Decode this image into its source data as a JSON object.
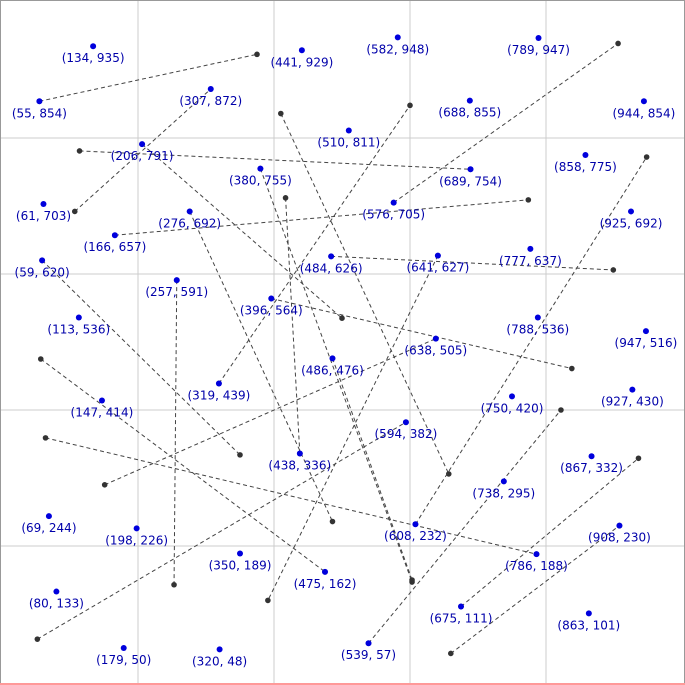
{
  "chart_data": {
    "type": "scatter",
    "title": "",
    "xlabel": "",
    "ylabel": "",
    "xlim": [
      0,
      1000
    ],
    "ylim": [
      0,
      1000
    ],
    "grid": true,
    "grid_step": 200,
    "points": [
      {
        "x": 134,
        "y": 935,
        "label": "(134, 935)"
      },
      {
        "x": 441,
        "y": 929,
        "label": "(441, 929)"
      },
      {
        "x": 582,
        "y": 948,
        "label": "(582, 948)"
      },
      {
        "x": 789,
        "y": 947,
        "label": "(789, 947)"
      },
      {
        "x": 55,
        "y": 854,
        "label": "(55, 854)"
      },
      {
        "x": 307,
        "y": 872,
        "label": "(307, 872)"
      },
      {
        "x": 688,
        "y": 855,
        "label": "(688, 855)"
      },
      {
        "x": 944,
        "y": 854,
        "label": "(944, 854)"
      },
      {
        "x": 510,
        "y": 811,
        "label": "(510, 811)"
      },
      {
        "x": 206,
        "y": 791,
        "label": "(206, 791)"
      },
      {
        "x": 380,
        "y": 755,
        "label": "(380, 755)"
      },
      {
        "x": 689,
        "y": 754,
        "label": "(689, 754)"
      },
      {
        "x": 858,
        "y": 775,
        "label": "(858, 775)"
      },
      {
        "x": 61,
        "y": 703,
        "label": "(61, 703)"
      },
      {
        "x": 276,
        "y": 692,
        "label": "(276, 692)"
      },
      {
        "x": 576,
        "y": 705,
        "label": "(576, 705)"
      },
      {
        "x": 925,
        "y": 692,
        "label": "(925, 692)"
      },
      {
        "x": 166,
        "y": 657,
        "label": "(166, 657)"
      },
      {
        "x": 484,
        "y": 626,
        "label": "(484, 626)"
      },
      {
        "x": 641,
        "y": 627,
        "label": "(641, 627)"
      },
      {
        "x": 777,
        "y": 637,
        "label": "(777, 637)"
      },
      {
        "x": 59,
        "y": 620,
        "label": "(59, 620)"
      },
      {
        "x": 257,
        "y": 591,
        "label": "(257, 591)"
      },
      {
        "x": 396,
        "y": 564,
        "label": "(396, 564)"
      },
      {
        "x": 113,
        "y": 536,
        "label": "(113, 536)"
      },
      {
        "x": 788,
        "y": 536,
        "label": "(788, 536)"
      },
      {
        "x": 638,
        "y": 505,
        "label": "(638, 505)"
      },
      {
        "x": 947,
        "y": 516,
        "label": "(947, 516)"
      },
      {
        "x": 486,
        "y": 476,
        "label": "(486, 476)"
      },
      {
        "x": 319,
        "y": 439,
        "label": "(319, 439)"
      },
      {
        "x": 147,
        "y": 414,
        "label": "(147, 414)"
      },
      {
        "x": 750,
        "y": 420,
        "label": "(750, 420)"
      },
      {
        "x": 927,
        "y": 430,
        "label": "(927, 430)"
      },
      {
        "x": 594,
        "y": 382,
        "label": "(594, 382)"
      },
      {
        "x": 438,
        "y": 336,
        "label": "(438, 336)"
      },
      {
        "x": 867,
        "y": 332,
        "label": "(867, 332)"
      },
      {
        "x": 738,
        "y": 295,
        "label": "(738, 295)"
      },
      {
        "x": 69,
        "y": 244,
        "label": "(69, 244)"
      },
      {
        "x": 198,
        "y": 226,
        "label": "(198, 226)"
      },
      {
        "x": 608,
        "y": 232,
        "label": "(608, 232)"
      },
      {
        "x": 908,
        "y": 230,
        "label": "(908, 230)"
      },
      {
        "x": 350,
        "y": 189,
        "label": "(350, 189)"
      },
      {
        "x": 475,
        "y": 162,
        "label": "(475, 162)"
      },
      {
        "x": 786,
        "y": 188,
        "label": "(786, 188)"
      },
      {
        "x": 80,
        "y": 133,
        "label": "(80, 133)"
      },
      {
        "x": 675,
        "y": 111,
        "label": "(675, 111)"
      },
      {
        "x": 863,
        "y": 101,
        "label": "(863, 101)"
      },
      {
        "x": 179,
        "y": 50,
        "label": "(179, 50)"
      },
      {
        "x": 320,
        "y": 48,
        "label": "(320, 48)"
      },
      {
        "x": 539,
        "y": 57,
        "label": "(539, 57)"
      }
    ],
    "segments": [
      {
        "x1": 55,
        "y1": 854,
        "x2": 375,
        "y2": 923
      },
      {
        "x1": 107,
        "y1": 692,
        "x2": 307,
        "y2": 872
      },
      {
        "x1": 114,
        "y1": 781,
        "x2": 689,
        "y2": 754
      },
      {
        "x1": 206,
        "y1": 791,
        "x2": 500,
        "y2": 535
      },
      {
        "x1": 410,
        "y1": 836,
        "x2": 657,
        "y2": 306
      },
      {
        "x1": 576,
        "y1": 705,
        "x2": 906,
        "y2": 939
      },
      {
        "x1": 319,
        "y1": 439,
        "x2": 600,
        "y2": 848
      },
      {
        "x1": 166,
        "y1": 657,
        "x2": 774,
        "y2": 709
      },
      {
        "x1": 380,
        "y1": 755,
        "x2": 603,
        "y2": 147
      },
      {
        "x1": 417,
        "y1": 712,
        "x2": 438,
        "y2": 336
      },
      {
        "x1": 484,
        "y1": 626,
        "x2": 899,
        "y2": 606
      },
      {
        "x1": 276,
        "y1": 692,
        "x2": 486,
        "y2": 236
      },
      {
        "x1": 59,
        "y1": 620,
        "x2": 350,
        "y2": 334
      },
      {
        "x1": 257,
        "y1": 591,
        "x2": 253,
        "y2": 143
      },
      {
        "x1": 396,
        "y1": 564,
        "x2": 838,
        "y2": 461
      },
      {
        "x1": 641,
        "y1": 627,
        "x2": 391,
        "y2": 120
      },
      {
        "x1": 486,
        "y1": 476,
        "x2": 603,
        "y2": 150
      },
      {
        "x1": 57,
        "y1": 475,
        "x2": 475,
        "y2": 162
      },
      {
        "x1": 151,
        "y1": 290,
        "x2": 638,
        "y2": 505
      },
      {
        "x1": 64,
        "y1": 359,
        "x2": 786,
        "y2": 188
      },
      {
        "x1": 608,
        "y1": 232,
        "x2": 948,
        "y2": 772
      },
      {
        "x1": 52,
        "y1": 63,
        "x2": 594,
        "y2": 382
      },
      {
        "x1": 539,
        "y1": 57,
        "x2": 822,
        "y2": 400
      },
      {
        "x1": 675,
        "y1": 111,
        "x2": 936,
        "y2": 329
      },
      {
        "x1": 660,
        "y1": 42,
        "x2": 908,
        "y2": 230
      }
    ]
  }
}
